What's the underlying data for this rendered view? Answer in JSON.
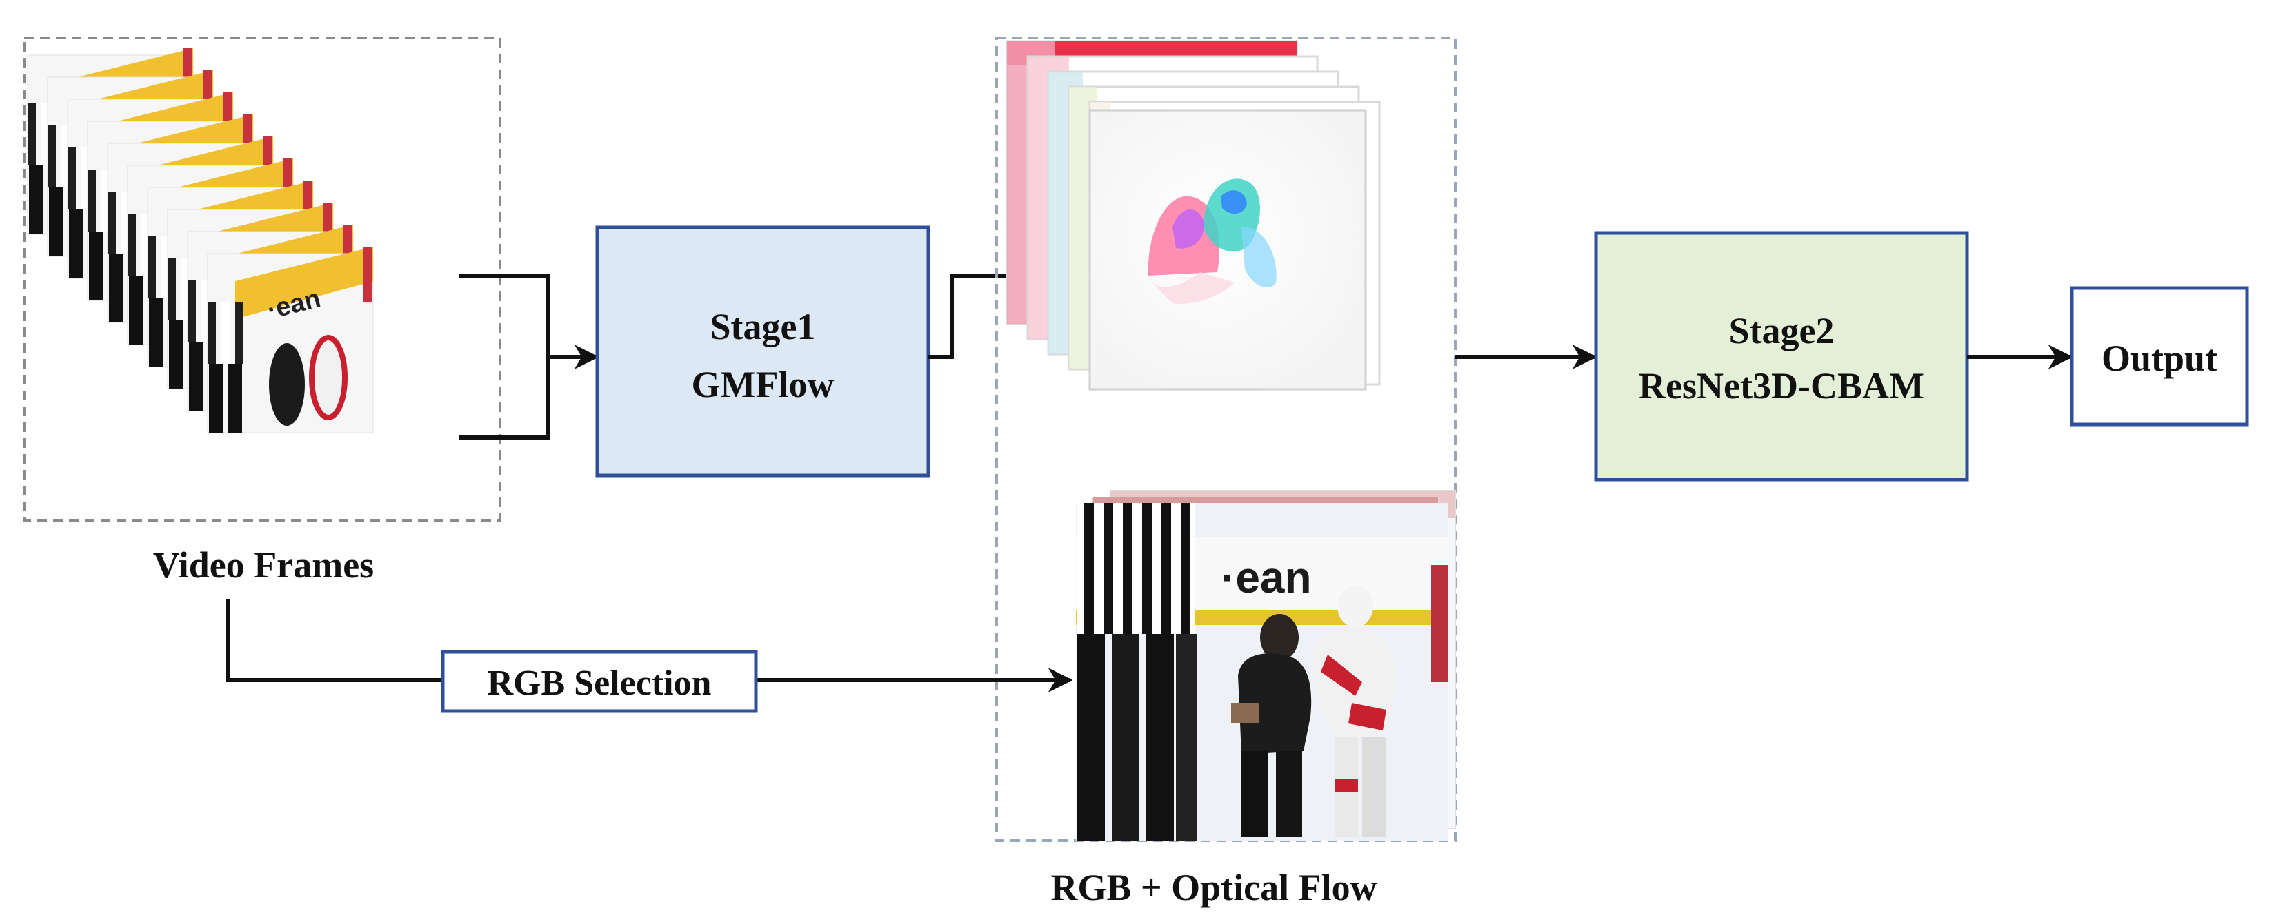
{
  "labels": {
    "video_frames": "Video Frames",
    "stage1_line1": "Stage1",
    "stage1_line2": "GMFlow",
    "rgb_selection": "RGB Selection",
    "rgb_optical_flow": "RGB + Optical Flow",
    "stage2_line1": "Stage2",
    "stage2_line2": "ResNet3D-CBAM",
    "output": "Output"
  },
  "colors": {
    "stage1_fill": "#dde8f5",
    "stage2_fill": "#e3efd6",
    "box_border": "#2f4f9a",
    "arrow": "#111111",
    "dashed_border": "#8a8a8a"
  }
}
